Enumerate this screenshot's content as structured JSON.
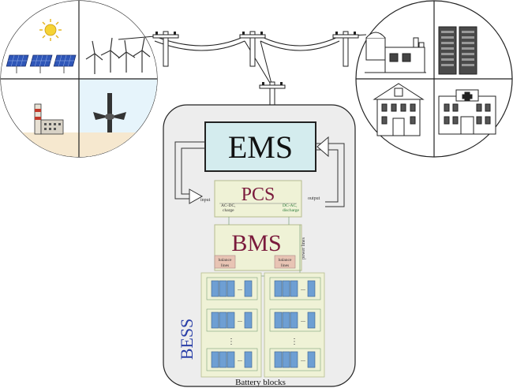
{
  "labels": {
    "ems": "EMS",
    "pcs": "PCS",
    "bms": "BMS",
    "bess": "BESS",
    "input": "input",
    "output": "output",
    "ac_dc": "AC-DC,",
    "charge": "charge",
    "dc_ac": "DC-AC,",
    "discharge": "discharge",
    "power_lines": "power lines",
    "balance_lines_left": [
      "balance",
      "lines"
    ],
    "balance_lines_right": [
      "balance",
      "lines"
    ],
    "battery_blocks": "Battery blocks",
    "ellipsis": "..."
  },
  "colors": {
    "ems_fill": "#d4ecee",
    "pcs_fill": "#eff2d6",
    "bms_fill": "#eff2d6",
    "pcs_text": "#7a1a3c",
    "bms_text": "#7a1a3c",
    "bess_text": "#2a3fa8",
    "balance_fill": "#e8c4b4",
    "cell_fill": "#6e9fd3",
    "container_fill": "#ededed",
    "circle_left_fill": "#fbf4df"
  },
  "icons": [
    "sun-icon",
    "solar-panel-icon",
    "wind-turbine-icon",
    "factory-icon",
    "tidal-turbine-icon",
    "power-pole-icon",
    "power-plant-icon",
    "server-rack-icon",
    "house-icon",
    "hospital-icon"
  ]
}
